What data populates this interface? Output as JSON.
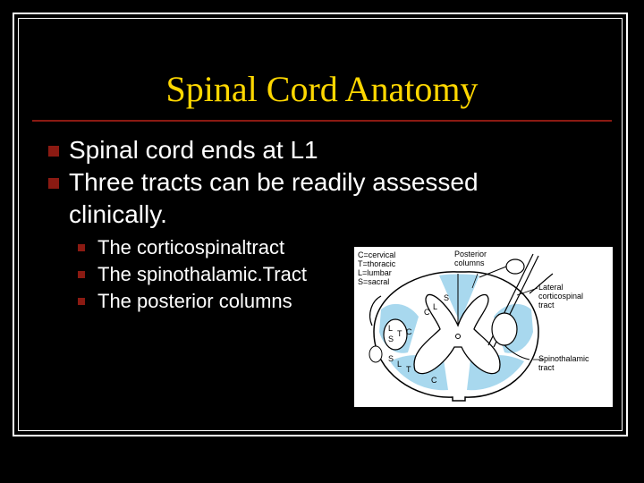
{
  "slide": {
    "title": "Spinal Cord Anatomy",
    "bullets": [
      {
        "text": "Spinal cord ends at L1"
      },
      {
        "text": "Three tracts can be readily assessed clinically."
      }
    ],
    "sub_bullets": [
      {
        "text": "The corticospinaltract"
      },
      {
        "text": "The spinothalamic.Tract"
      },
      {
        "text": "The posterior columns"
      }
    ]
  },
  "figure": {
    "legend": [
      "C=cervical",
      "T=thoracic",
      "L=lumbar",
      "S=sacral"
    ],
    "labels": {
      "posterior": "Posterior",
      "columns": "columns",
      "lateral": "Lateral",
      "corticospinal": "corticospinal",
      "tract1": "tract",
      "spinothalamic": "Spinothalamic",
      "tract2": "tract",
      "s_post": "S",
      "l_post": "L",
      "c_post": "C",
      "l_lat": "L",
      "s_lat": "S",
      "t_lat": "T",
      "c_lat": "C",
      "s_ant": "S",
      "l_ant": "L",
      "t_ant": "T",
      "c_ant": "C"
    }
  },
  "colors": {
    "background": "#000000",
    "title": "#ffd700",
    "text": "#ffffff",
    "accent": "#8b1a12",
    "tract_fill": "#a8d8ee"
  }
}
